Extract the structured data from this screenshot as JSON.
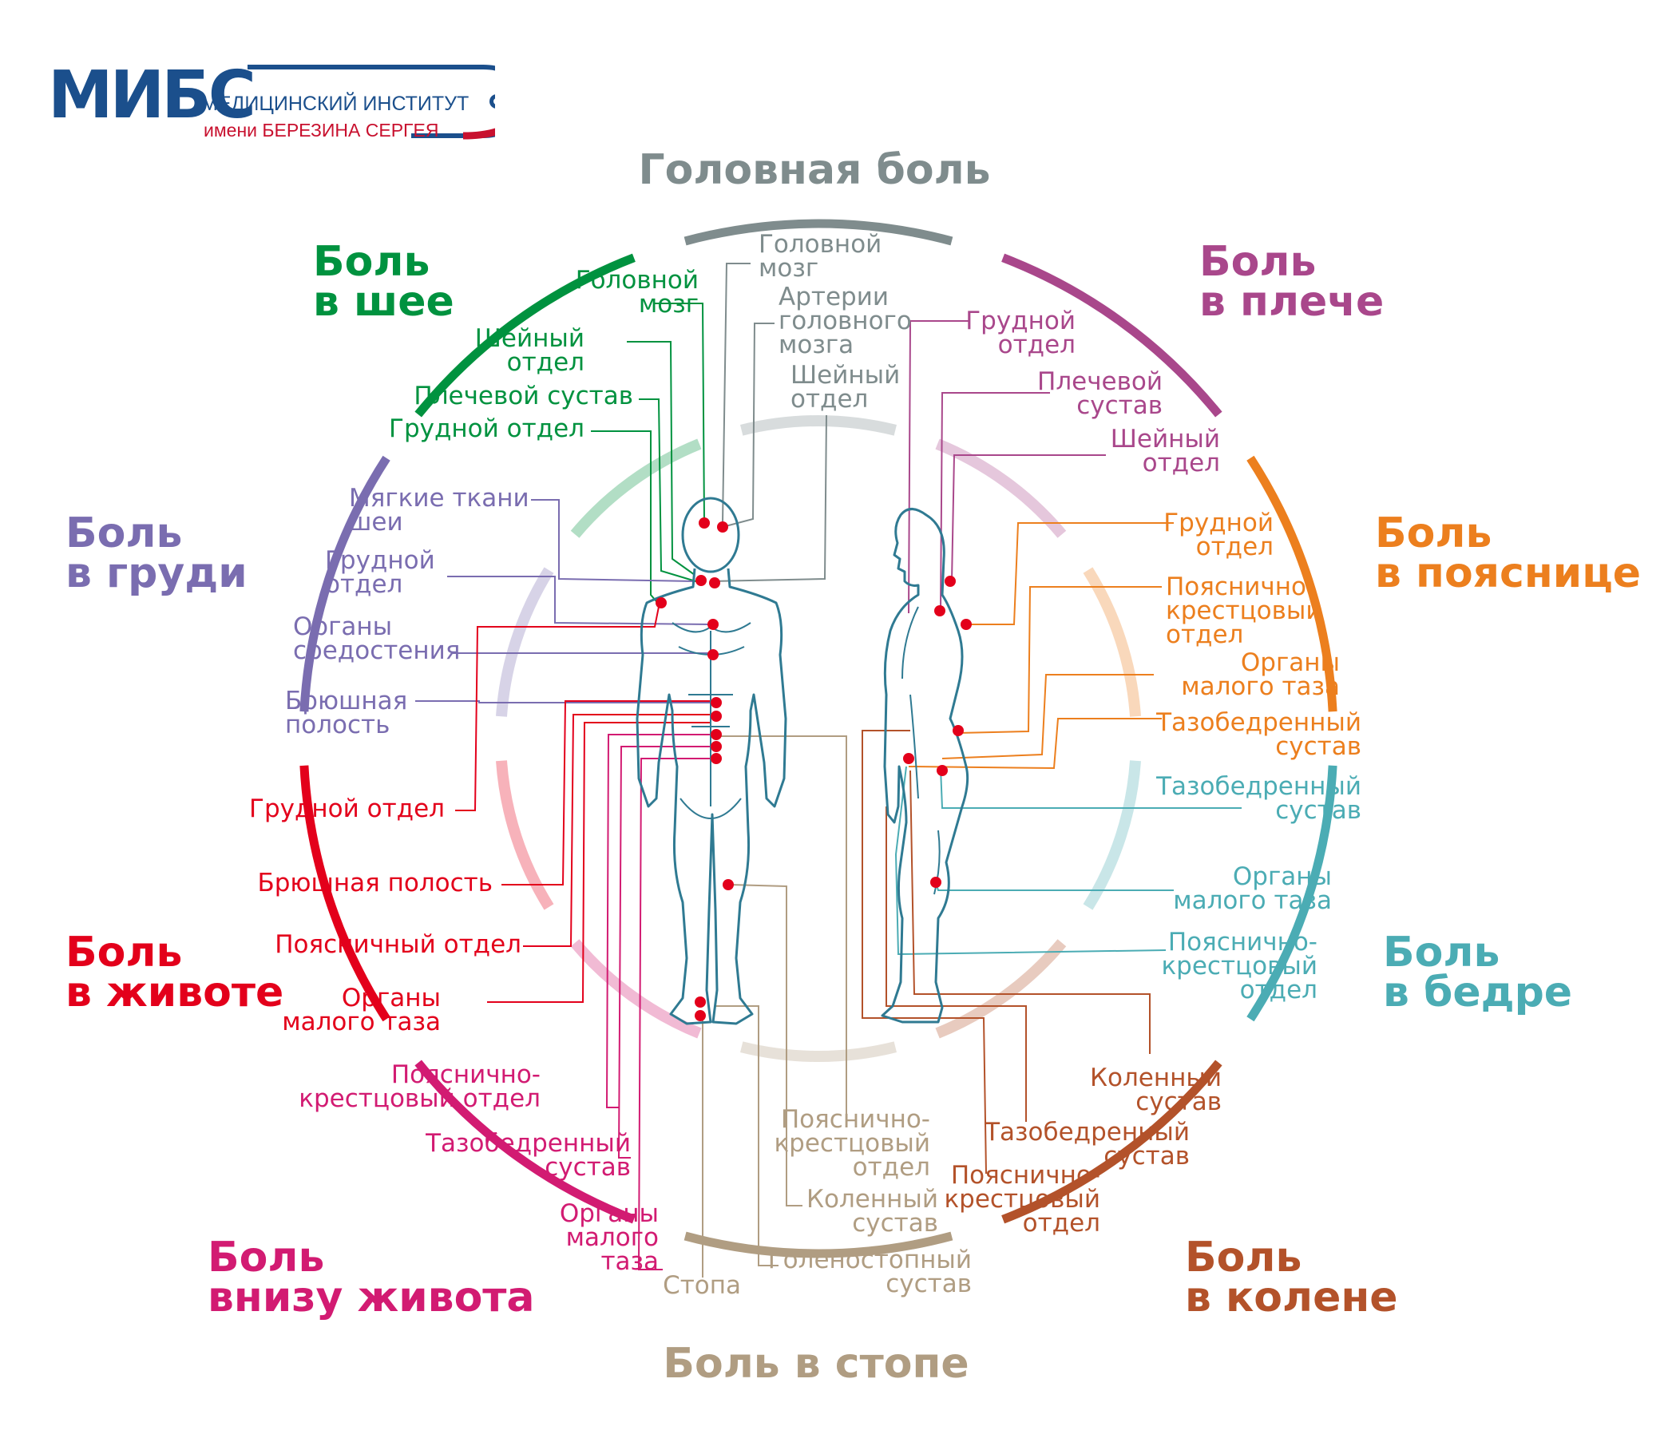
{
  "logo": {
    "brand": "МИБС",
    "line1": "МЕДИЦИНСКИЙ ИНСТИТУТ",
    "line2": "имени БЕРЕЗИНА СЕРГЕЯ"
  },
  "colors": {
    "head": "#7f8c8d",
    "shoulder": "#a9478b",
    "lowback": "#ec7f1e",
    "hip": "#4bacb4",
    "knee": "#b3522a",
    "foot": "#b09d82",
    "lowbelly": "#d21b72",
    "belly": "#e3001b",
    "chest": "#7a6db0",
    "neck": "#00923f",
    "dot": "#e3001b",
    "body": "#2f7a92"
  },
  "categories": {
    "head": "Головная боль",
    "shoulder": [
      "Боль",
      "в плече"
    ],
    "lowback": [
      "Боль",
      "в пояснице"
    ],
    "hip": [
      "Боль",
      "в бедре"
    ],
    "knee": [
      "Боль",
      "в колене"
    ],
    "foot": "Боль в стопе",
    "lowbelly": [
      "Боль",
      "внизу живота"
    ],
    "belly": [
      "Боль",
      "в животе"
    ],
    "chest": [
      "Боль",
      "в груди"
    ],
    "neck": [
      "Боль",
      "в шее"
    ]
  },
  "labels": {
    "head": [
      [
        "Головной",
        "мозг"
      ],
      [
        "Артерии",
        "головного",
        "мозга"
      ],
      [
        "Шейный",
        "отдел"
      ]
    ],
    "neck": [
      [
        "Головной",
        "мозг"
      ],
      [
        "Шейный",
        "отдел"
      ],
      [
        "Плечевой сустав"
      ],
      [
        "Грудной отдел"
      ]
    ],
    "shoulder": [
      [
        "Грудной",
        "отдел"
      ],
      [
        "Плечевой",
        "сустав"
      ],
      [
        "Шейный",
        "отдел"
      ]
    ],
    "lowback": [
      [
        "Грудной",
        "отдел"
      ],
      [
        "Пояснично-",
        "крестцовый",
        "отдел"
      ],
      [
        "Органы",
        "малого таза"
      ],
      [
        "Тазобедренный",
        "сустав"
      ]
    ],
    "hip": [
      [
        "Тазобедренный",
        "сустав"
      ],
      [
        "Органы",
        "малого таза"
      ],
      [
        "Пояснично-",
        "крестцовый",
        "отдел"
      ]
    ],
    "knee": [
      [
        "Коленный",
        "сустав"
      ],
      [
        "Тазобедренный",
        "сустав"
      ],
      [
        "Пояснично-",
        "крестцовый",
        "отдел"
      ]
    ],
    "foot": [
      [
        "Пояснично-",
        "крестцовый",
        "отдел"
      ],
      [
        "Коленный",
        "сустав"
      ],
      [
        "Голеностопный",
        "сустав"
      ],
      [
        "Стопа"
      ]
    ],
    "chest": [
      [
        "Мягкие ткани",
        "шеи"
      ],
      [
        "Грудной",
        "отдел"
      ],
      [
        "Органы",
        "средостения"
      ],
      [
        "Брюшная",
        "полость"
      ]
    ],
    "belly": [
      [
        "Грудной отдел"
      ],
      [
        "Брюшная полость"
      ],
      [
        "Поясничный отдел"
      ],
      [
        "Органы",
        "малого таза"
      ]
    ],
    "lowbelly": [
      [
        "Пояснично-",
        "крестцовый отдел"
      ],
      [
        "Тазобедренный",
        "сустав"
      ],
      [
        "Органы",
        "малого",
        "таза"
      ]
    ]
  }
}
